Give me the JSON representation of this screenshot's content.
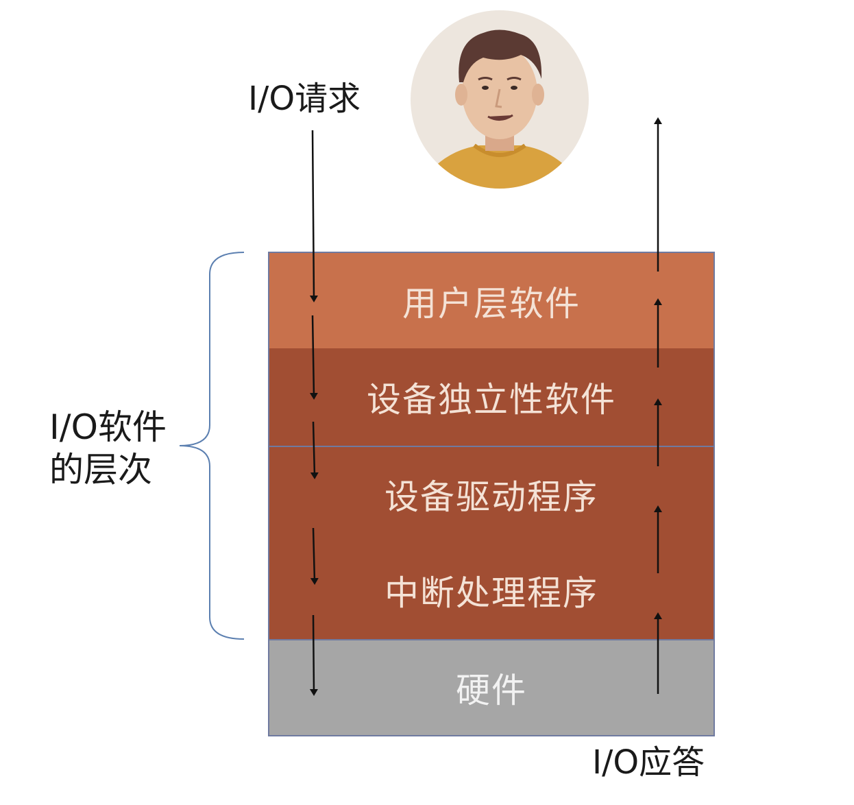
{
  "request_label": "I/O请求",
  "response_label": "I/O应答",
  "brace_label": "I/O软件的层次",
  "layers": [
    {
      "label": "用户层软件"
    },
    {
      "label": "设备独立性软件"
    },
    {
      "label": "设备驱动程序"
    },
    {
      "label": "中断处理程序"
    },
    {
      "label": "硬件"
    }
  ],
  "colors": {
    "user_layer": "#c8714c",
    "system_layers": "#a14e33",
    "hardware_layer": "#a6a6a6",
    "border": "#6f7aa0",
    "brace": "#5b7fb0",
    "arrow": "#111111"
  },
  "icons": {
    "user": "user-avatar-icon"
  }
}
